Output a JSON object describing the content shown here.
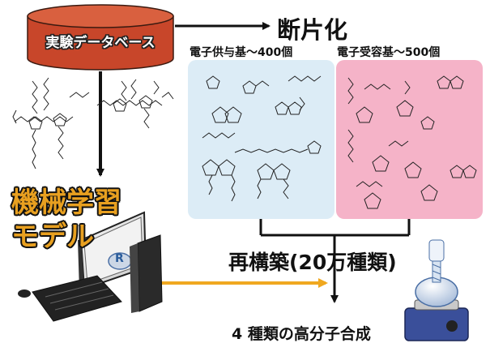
{
  "database": {
    "label": "実験データベース"
  },
  "fragmentation": {
    "label": "断片化"
  },
  "donor_panel": {
    "label": "電子供与基～400個"
  },
  "acceptor_panel": {
    "label": "電子受容基～500個"
  },
  "machine_learning": {
    "line1": "機械学習",
    "line2": "モデル"
  },
  "reconstruction": {
    "label": "再構築(20万種類)"
  },
  "synthesis": {
    "label": "4 種類の高分子合成"
  },
  "software_logo": {
    "letter": "R"
  },
  "colors": {
    "cylinder": "#c8462a",
    "donor_panel": "#dcecf6",
    "acceptor_panel": "#f5b3c8",
    "orange_arrow": "#f0a820",
    "ml_title": "#e8a020",
    "heater": "#3a4f9a"
  }
}
